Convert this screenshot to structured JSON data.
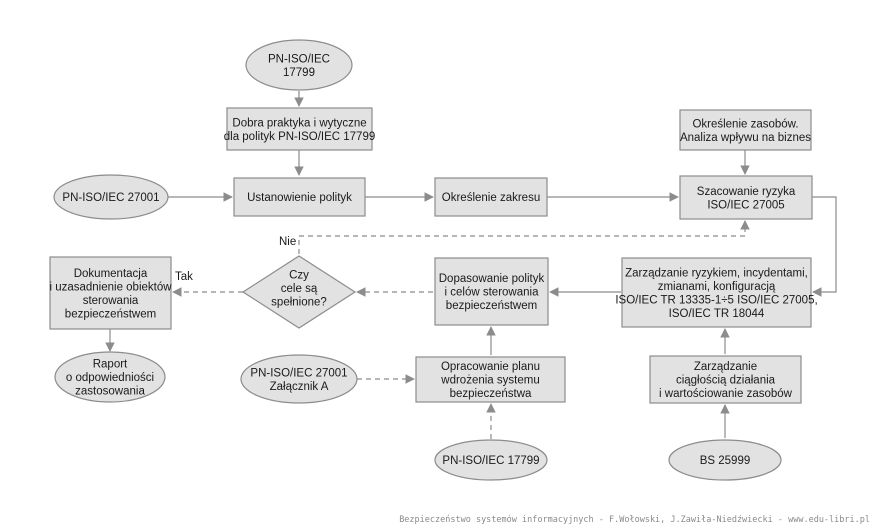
{
  "nodes": {
    "pn_iso_17799_top": [
      "PN-ISO/IEC",
      "17799"
    ],
    "dobra_praktyka": [
      "Dobra praktyka i wytyczne",
      "dla polityk PN-ISO/IEC 17799"
    ],
    "okreslenie_zasobow": [
      "Określenie zasobów.",
      "Analiza wpływu na biznes"
    ],
    "pn_iso_27001_left": [
      "PN-ISO/IEC 27001"
    ],
    "ustanowienie_polityk": [
      "Ustanowienie polityk"
    ],
    "okreslenie_zakresu": [
      "Określenie zakresu"
    ],
    "szacowanie_ryzyka": [
      "Szacowanie ryzyka",
      "ISO/IEC 27005"
    ],
    "dokumentacja": [
      "Dokumentacja",
      "i uzasadnienie obiektów",
      "sterowania",
      "bezpieczeństwem"
    ],
    "czy_cele": [
      "Czy",
      "cele są",
      "spełnione?"
    ],
    "dopasowanie": [
      "Dopasowanie polityk",
      "i celów sterowania",
      "bezpieczeństwem"
    ],
    "zarzadzanie_ryzykiem": [
      "Zarządzanie ryzykiem, incydentami,",
      "zmianami, konfiguracją",
      "ISO/IEC TR 13335-1÷5 ISO/IEC 27005,",
      "ISO/IEC TR 18044"
    ],
    "raport": [
      "Raport",
      "o odpowiedniości",
      "zastosowania"
    ],
    "pn_iso_27001_zal": [
      "PN-ISO/IEC 27001",
      "Załącznik A"
    ],
    "opracowanie_planu": [
      "Opracowanie planu",
      "wdrożenia systemu",
      "bezpieczeństwa"
    ],
    "zarzadzanie_ciagloscia": [
      "Zarządzanie",
      "ciągłością działania",
      "i wartościowanie zasobów"
    ],
    "pn_iso_17799_bottom": [
      "PN-ISO/IEC 17799"
    ],
    "bs_25999": [
      "BS 25999"
    ]
  },
  "edge_labels": {
    "nie": "Nie",
    "tak": "Tak"
  },
  "footer": "Bezpieczeństwo systemów informacyjnych - F.Wołowski, J.Zawiła-Niedźwiecki - www.edu-libri.pl"
}
